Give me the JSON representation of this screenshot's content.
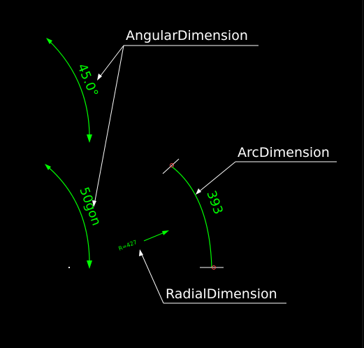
{
  "labels": {
    "angular": "AngularDimension",
    "arc": "ArcDimension",
    "radial": "RadialDimension"
  },
  "dimensions": {
    "angular_deg": "45.0°",
    "angular_gon": "50gon",
    "arc_value": "393",
    "radial_value": "R=427"
  },
  "colors": {
    "background": "#000000",
    "dimension": "#00ff00",
    "leader": "#ffffff",
    "marker": "#ff4d4d"
  }
}
